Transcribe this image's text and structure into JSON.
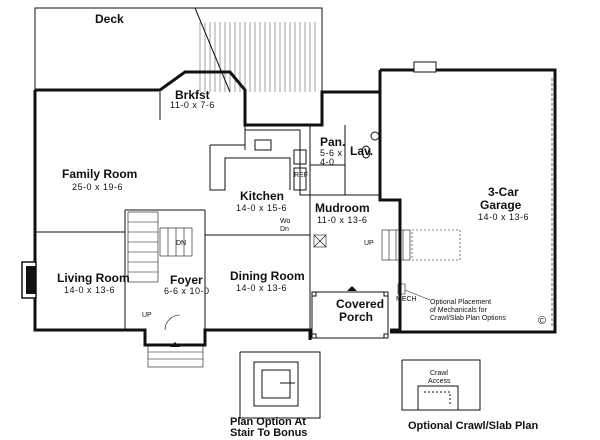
{
  "rooms": {
    "deck": {
      "name": "Deck"
    },
    "brkfst": {
      "name": "Brkfst",
      "size": "11-0 x 7-6"
    },
    "family": {
      "name": "Family Room",
      "size": "25-0 x 19-6"
    },
    "kitchen": {
      "name": "Kitchen",
      "size": "14-0 x 15-6"
    },
    "pantry": {
      "name": "Pan.",
      "size_a": "5-6 x",
      "size_b": "4-0"
    },
    "lav": {
      "name": "Lav."
    },
    "mudroom": {
      "name": "Mudroom",
      "size": "11-0 x 13-6"
    },
    "garage": {
      "name_a": "3-Car",
      "name_b": "Garage",
      "size": "14-0 x 13-6"
    },
    "living": {
      "name": "Living Room",
      "size": "14-0 x 13-6"
    },
    "foyer": {
      "name": "Foyer",
      "size": "6-6 x 10-0"
    },
    "dining": {
      "name": "Dining Room",
      "size": "14-0 x 13-6"
    },
    "porch": {
      "name_a": "Covered",
      "name_b": "Porch"
    }
  },
  "labels": {
    "up_stair": "UP",
    "up_mud": "UP",
    "dn": "DN",
    "wo": "Wo",
    "dn_small": "Dn",
    "ref": "REF",
    "mech": "MECH",
    "crawl": "Crawl",
    "access": "Access",
    "copyright": "©"
  },
  "notes": {
    "mechanicals": [
      "Optional Placement",
      "of Mechanicals for",
      "Crawl/Slab Plan Options"
    ]
  },
  "options": {
    "stair": {
      "line1": "Plan Option At",
      "line2": "Stair To Bonus"
    },
    "crawl": {
      "title": "Optional Crawl/Slab Plan"
    }
  }
}
